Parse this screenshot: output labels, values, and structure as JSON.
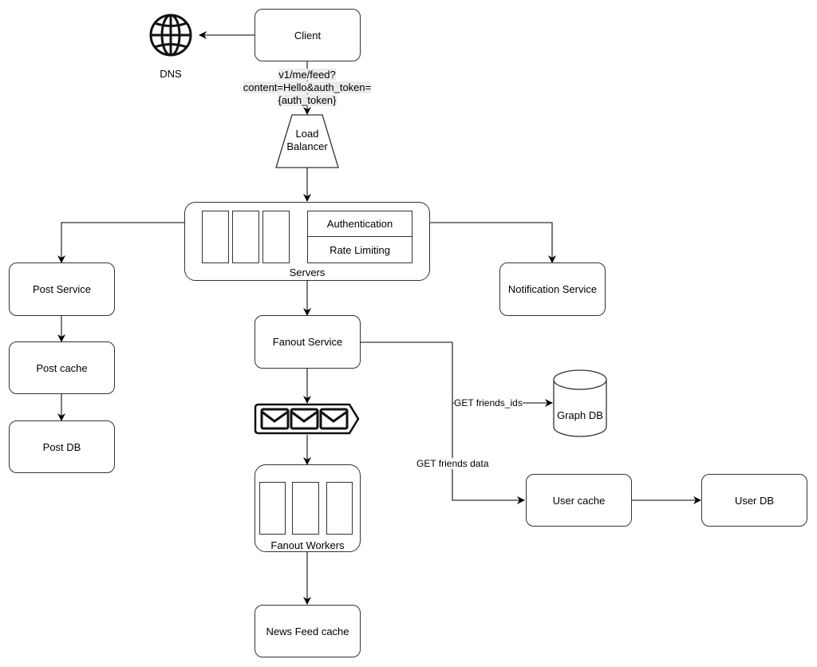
{
  "diagram": {
    "nodes": {
      "client": "Client",
      "dns": "DNS",
      "load_balancer_line1": "Load",
      "load_balancer_line2": "Balancer",
      "servers": "Servers",
      "authentication": "Authentication",
      "rate_limiting": "Rate Limiting",
      "post_service": "Post Service",
      "post_cache": "Post cache",
      "post_db": "Post DB",
      "notification_service": "Notification Service",
      "fanout_service": "Fanout Service",
      "graph_db": "Graph DB",
      "fanout_workers": "Fanout Workers",
      "news_feed_cache": "News Feed cache",
      "user_cache": "User cache",
      "user_db": "User DB"
    },
    "edge_labels": {
      "api_line1": "v1/me/feed?",
      "api_line2": "content=Hello&auth_token=",
      "api_line3": "{auth_token}",
      "get_friends_ids": "GET friends_ids",
      "get_friends_data": "GET friends data"
    },
    "icons": {
      "dns": "globe-icon",
      "queue": "message-queue-icon"
    },
    "colors": {
      "stroke": "#333333",
      "label_highlight": "#ececec"
    }
  }
}
